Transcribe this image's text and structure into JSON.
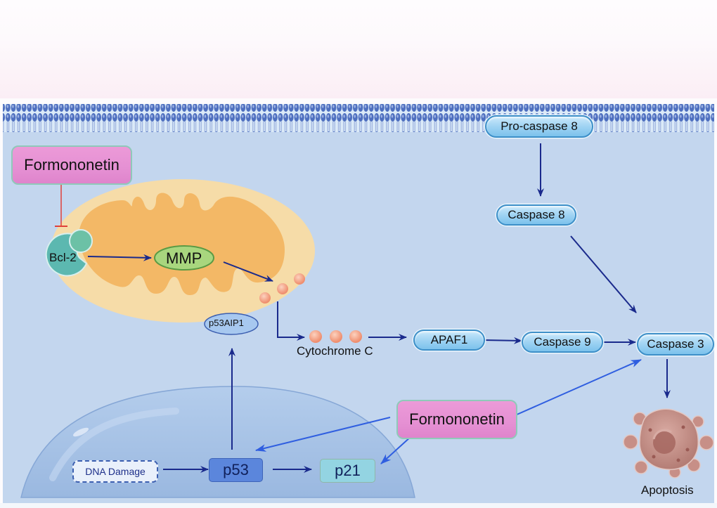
{
  "figure": {
    "title": "Formononetin-induced apoptosis signaling pathway",
    "colors": {
      "cytoplasm": "#c3d6ee",
      "membrane": "#4e6fbf",
      "arrow_dark": "#1a2a8c",
      "arrow_bright": "#2f5ee0",
      "inhibition": "#e0413a",
      "formononetin_fill": "#e590d3",
      "mitochondria_outer": "#f6dca8",
      "mitochondria_inner": "#f3b866",
      "mmp_fill": "#a8d67e",
      "bcl2_fill": "#5cb8b0",
      "cytochrome_c": "#f39a7c",
      "nucleus_fill": "#a2bfe4",
      "p53_fill": "#5b86dc",
      "p21_fill": "#93d4e2",
      "apoptotic_cell": "#c78f87"
    }
  },
  "nodes": {
    "formononetin_top": "Formononetin",
    "formononetin_bottom": "Formononetin",
    "bcl2": "Bcl-2",
    "mmp": "MMP",
    "p53aip1": "p53AIP1",
    "cytochrome_c": "Cytochrome C",
    "apaf1": "APAF1",
    "caspase9": "Caspase 9",
    "caspase3": "Caspase 3",
    "procaspase8": "Pro-caspase 8",
    "caspase8": "Caspase 8",
    "apoptosis": "Apoptosis",
    "dna_damage": "DNA Damage",
    "p53": "p53",
    "p21": "p21"
  },
  "edges": [
    {
      "from": "Formononetin",
      "to": "Bcl-2",
      "type": "inhibition"
    },
    {
      "from": "Bcl-2",
      "to": "MMP",
      "type": "activation"
    },
    {
      "from": "MMP",
      "to": "Cytochrome C",
      "type": "activation"
    },
    {
      "from": "Cytochrome C",
      "to": "APAF1",
      "type": "activation"
    },
    {
      "from": "APAF1",
      "to": "Caspase 9",
      "type": "activation"
    },
    {
      "from": "Caspase 9",
      "to": "Caspase 3",
      "type": "activation"
    },
    {
      "from": "Pro-caspase 8",
      "to": "Caspase 8",
      "type": "activation"
    },
    {
      "from": "Caspase 8",
      "to": "Caspase 3",
      "type": "activation"
    },
    {
      "from": "Caspase 3",
      "to": "Apoptosis",
      "type": "activation"
    },
    {
      "from": "DNA Damage",
      "to": "p53",
      "type": "activation"
    },
    {
      "from": "p53",
      "to": "p21",
      "type": "activation"
    },
    {
      "from": "p53",
      "to": "p53AIP1",
      "type": "activation"
    },
    {
      "from": "Formononetin",
      "to": "p53",
      "type": "activation"
    },
    {
      "from": "Formononetin",
      "to": "p21",
      "type": "activation"
    },
    {
      "from": "Formononetin",
      "to": "Caspase 3",
      "type": "activation"
    }
  ]
}
